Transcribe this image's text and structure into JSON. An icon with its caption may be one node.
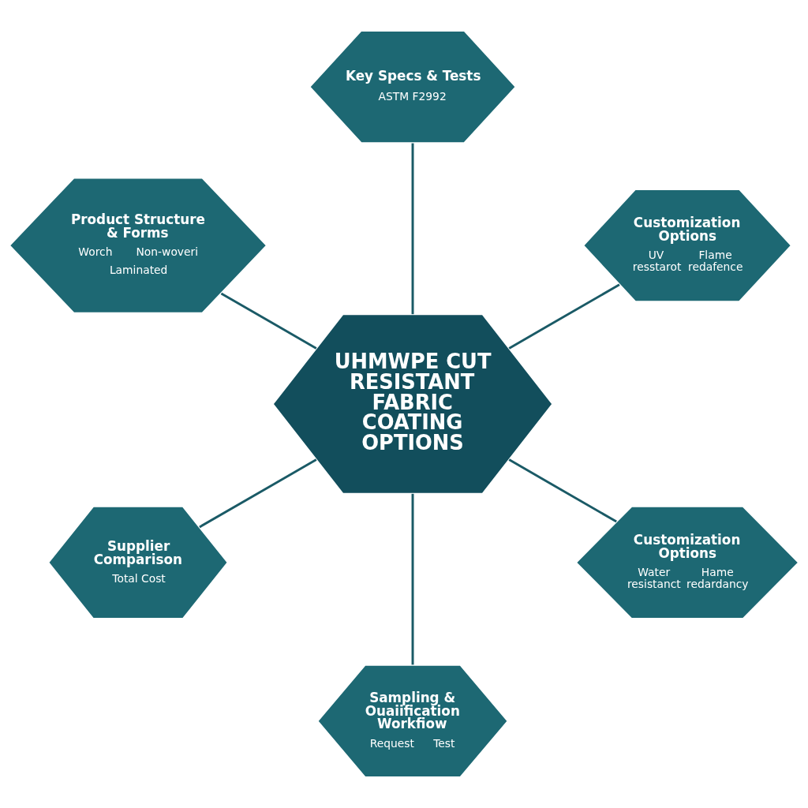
{
  "diagram": {
    "nodes": [
      {
        "text": [
          "Product Structure & Forms",
          "Worch",
          "Non-woveri",
          "Laminated"
        ]
      },
      {
        "text": [
          "Key Specs & Tests",
          "ASTM F2992"
        ]
      },
      {
        "text": [
          "UHMWPE CUT RESISTANT FABRIC COATING OPTIONS"
        ]
      },
      {
        "text": [
          "Supplier Comparison",
          "Total Cost"
        ]
      },
      {
        "text": [
          "Customization Options",
          "UV resstarot",
          "Flame redafence"
        ]
      },
      {
        "text": [
          "Sampling & Ouaiification Workfiow",
          "Request",
          "Test"
        ]
      },
      {
        "text": [
          "Customization Options",
          "Water resistanct",
          "Hame redardancy"
        ]
      }
    ],
    "edges": [
      {
        "from": 2,
        "to": 0,
        "arrow": "none"
      },
      {
        "from": 2,
        "to": 1,
        "arrow": "none"
      },
      {
        "from": 2,
        "to": 3,
        "arrow": "none"
      },
      {
        "from": 2,
        "to": 4,
        "arrow": "none"
      },
      {
        "from": 2,
        "to": 5,
        "arrow": "none"
      },
      {
        "from": 2,
        "to": 6,
        "arrow": "none"
      }
    ]
  }
}
